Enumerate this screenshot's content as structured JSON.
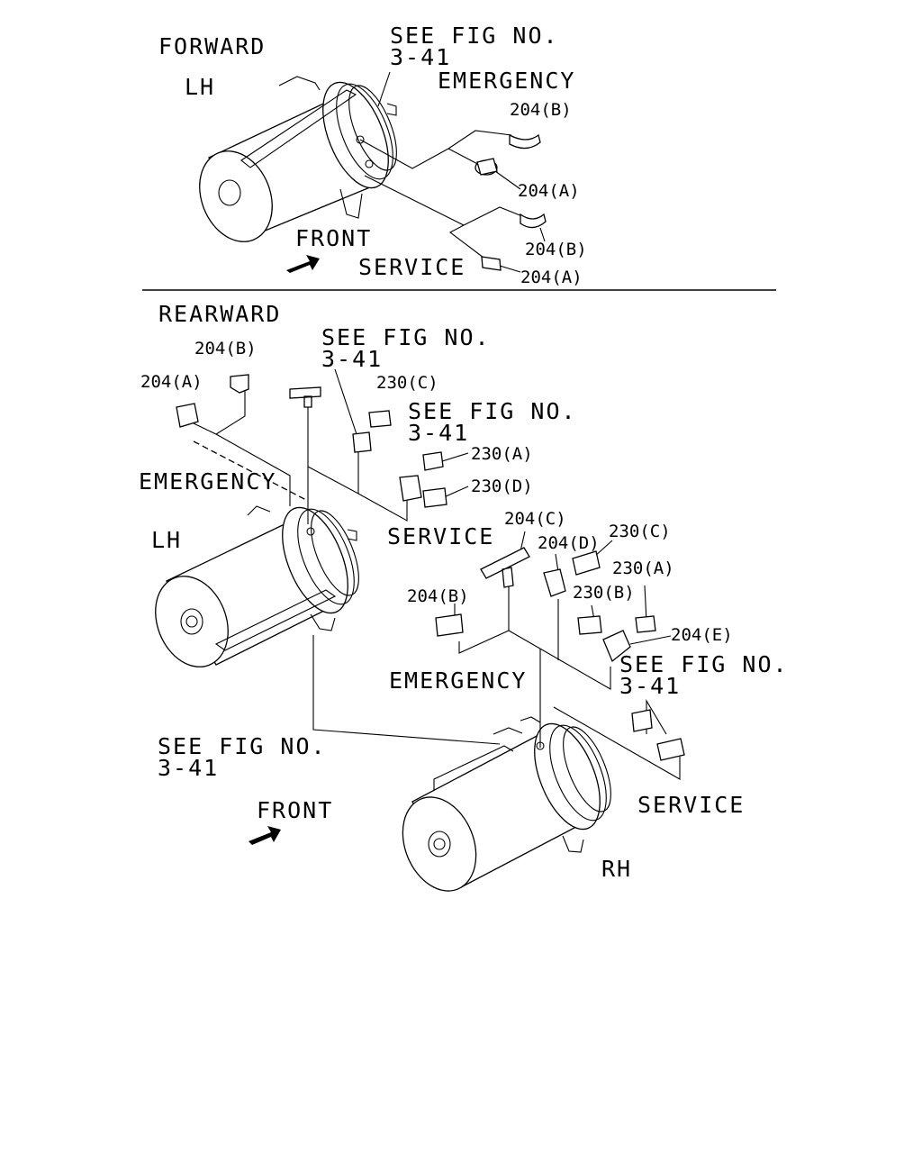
{
  "forward": {
    "title": "FORWARD",
    "side": "LH",
    "see_fig_1": "SEE FIG NO.",
    "see_fig_1_num": "3-41",
    "emergency": "EMERGENCY",
    "front": "FRONT",
    "service": "SERVICE",
    "parts": [
      "204(B)",
      "204(A)",
      "204(B)",
      "204(A)"
    ]
  },
  "rearward": {
    "title": "REARWARD",
    "side_lh": "LH",
    "side_rh": "RH",
    "see_fig_a": "SEE FIG NO.",
    "see_fig_a_num": "3-41",
    "see_fig_b": "SEE FIG NO.",
    "see_fig_b_num": "3-41",
    "see_fig_c": "SEE FIG NO.",
    "see_fig_c_num": "3-41",
    "see_fig_d": "SEE FIG NO.",
    "see_fig_d_num": "3-41",
    "emergency_1": "EMERGENCY",
    "emergency_2": "EMERGENCY",
    "service_1": "SERVICE",
    "service_2": "SERVICE",
    "front": "FRONT",
    "parts_left": [
      "204(B)",
      "204(A)",
      "230(C)",
      "230(A)",
      "230(D)"
    ],
    "parts_right": [
      "204(C)",
      "204(D)",
      "230(C)",
      "230(A)",
      "204(B)",
      "230(B)",
      "204(E)"
    ]
  },
  "icons": [
    "compressor-lh-forward",
    "compressor-lh-rear",
    "compressor-rh-rear",
    "front-arrow"
  ]
}
